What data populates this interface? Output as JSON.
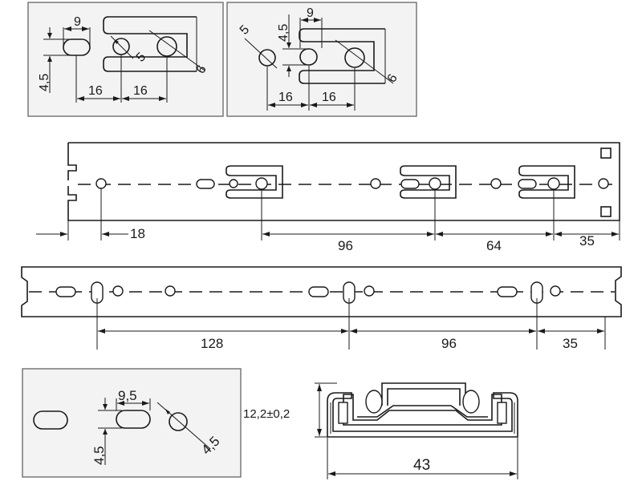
{
  "detail_top_left": {
    "dim_slot_width": "9",
    "dim_slot_height": "4,5",
    "dim_hole_small": "5",
    "dim_hole_large": "6",
    "dim_pitch_a": "16",
    "dim_pitch_b": "16"
  },
  "detail_top_right": {
    "dim_slot_width": "9",
    "dim_slot_height": "4,5",
    "dim_hole_small": "5",
    "dim_hole_large": "6",
    "dim_pitch_a": "16",
    "dim_pitch_b": "16"
  },
  "rail_upper": {
    "dim_first_hole": "18",
    "dim_gap_a": "96",
    "dim_gap_b": "64",
    "dim_end": "35"
  },
  "rail_lower": {
    "dim_gap_a": "128",
    "dim_gap_b": "96",
    "dim_end": "35"
  },
  "detail_bottom_left": {
    "dim_slot_width": "9,5",
    "dim_slot_height": "4,5",
    "dim_hole": "4,5"
  },
  "profile": {
    "dim_height": "12,2±0,2",
    "dim_width": "43"
  }
}
